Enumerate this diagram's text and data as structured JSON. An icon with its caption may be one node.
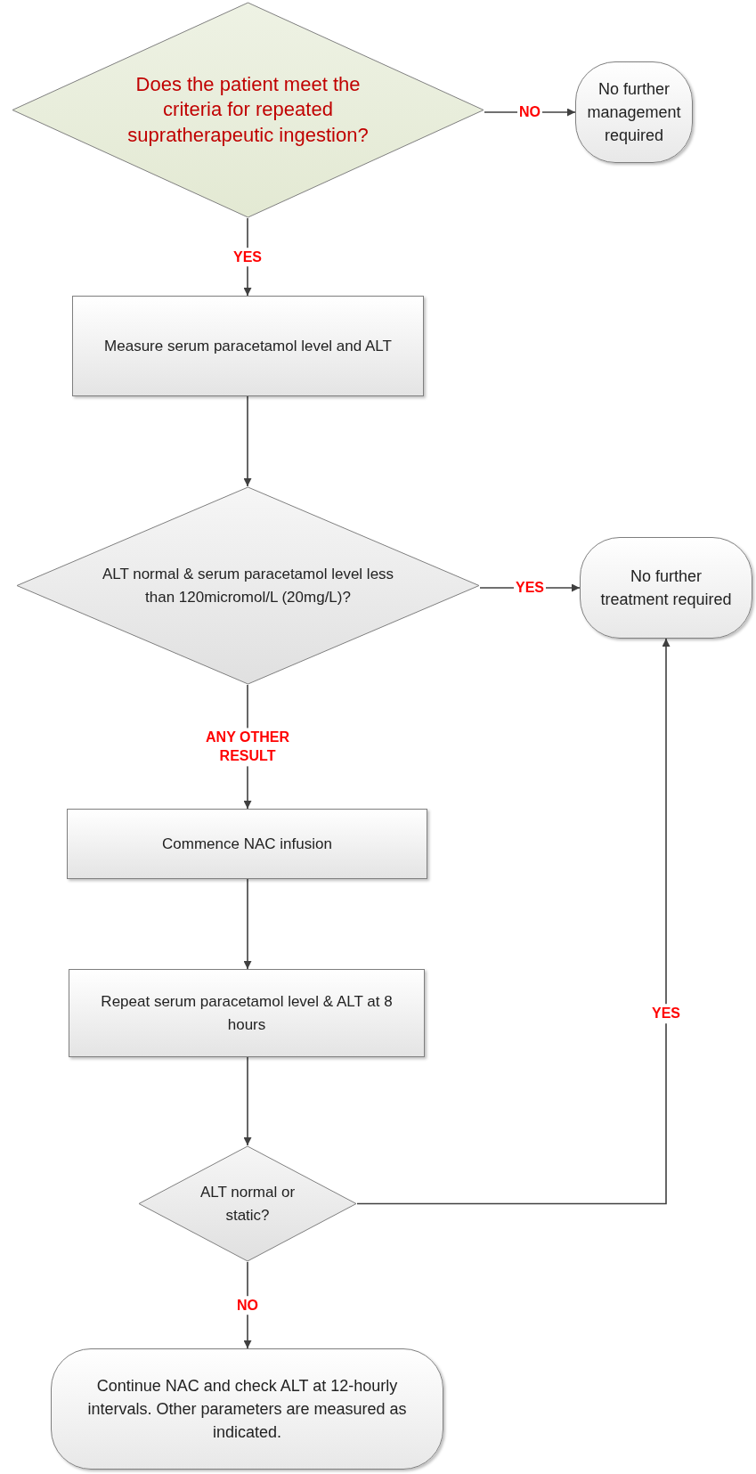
{
  "diagram": {
    "nodes": [
      {
        "text": [
          "Does the patient meet the criteria for repeated supratherapeutic ingestion?"
        ]
      },
      {
        "text": [
          "No further management required"
        ]
      },
      {
        "text": [
          "Measure serum paracetamol level and ALT"
        ]
      },
      {
        "text": [
          "ALT normal & serum paracetamol level less than 120micromol/L (20mg/L)?"
        ]
      },
      {
        "text": [
          "No further treatment required"
        ]
      },
      {
        "text": [
          "Commence NAC infusion"
        ]
      },
      {
        "text": [
          "Repeat serum paracetamol level & ALT at 8 hours"
        ]
      },
      {
        "text": [
          "ALT normal or static?"
        ]
      },
      {
        "text": [
          "Continue NAC and check ALT at 12-hourly intervals. Other parameters are measured as indicated."
        ]
      }
    ],
    "edges": [
      {
        "from": 0,
        "to": 1,
        "arrow": "to",
        "label": "NO"
      },
      {
        "from": 0,
        "to": 2,
        "arrow": "to",
        "label": "YES"
      },
      {
        "from": 2,
        "to": 3,
        "arrow": "to"
      },
      {
        "from": 3,
        "to": 4,
        "arrow": "to",
        "label": "YES"
      },
      {
        "from": 3,
        "to": 5,
        "arrow": "to",
        "label": "ANY OTHER RESULT"
      },
      {
        "from": 5,
        "to": 6,
        "arrow": "to"
      },
      {
        "from": 6,
        "to": 7,
        "arrow": "to"
      },
      {
        "from": 7,
        "to": 4,
        "arrow": "to",
        "label": "YES"
      },
      {
        "from": 7,
        "to": 8,
        "arrow": "to",
        "label": "NO"
      }
    ]
  }
}
